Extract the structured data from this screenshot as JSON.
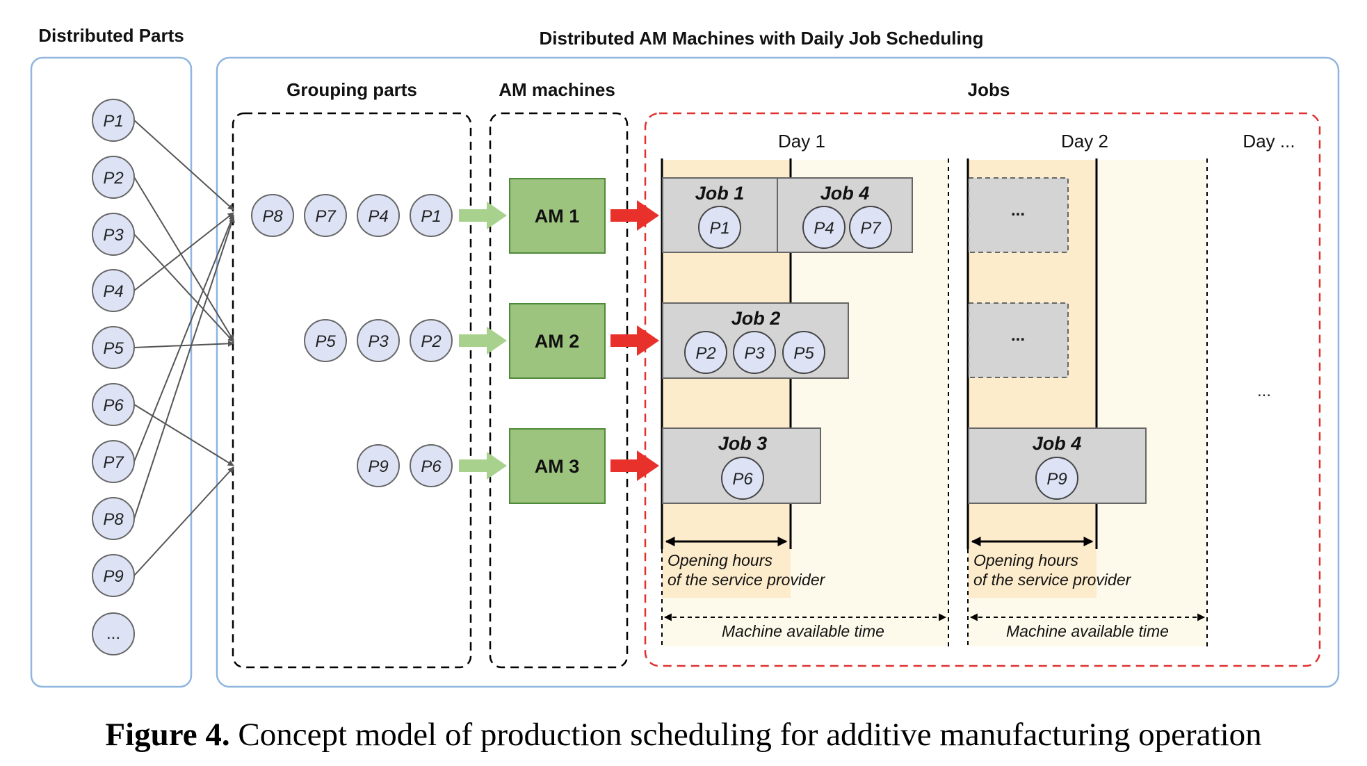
{
  "headers": {
    "distributed_parts": "Distributed Parts",
    "distributed_am": "Distributed AM Machines with Daily Job Scheduling",
    "grouping_parts": "Grouping parts",
    "am_machines": "AM machines",
    "jobs": "Jobs"
  },
  "days": {
    "day1": "Day 1",
    "day2": "Day 2",
    "day_more": "Day ..."
  },
  "parts": [
    "P1",
    "P2",
    "P3",
    "P4",
    "P5",
    "P6",
    "P7",
    "P8",
    "P9",
    "..."
  ],
  "groups": {
    "g1": [
      "P8",
      "P7",
      "P4",
      "P1"
    ],
    "g2": [
      "P5",
      "P3",
      "P2"
    ],
    "g3": [
      "P9",
      "P6"
    ]
  },
  "machines": [
    "AM 1",
    "AM 2",
    "AM 3"
  ],
  "jobs": {
    "job1": {
      "title": "Job 1",
      "parts": [
        "P1"
      ]
    },
    "job4a": {
      "title": "Job 4",
      "parts": [
        "P4",
        "P7"
      ]
    },
    "job2": {
      "title": "Job 2",
      "parts": [
        "P2",
        "P3",
        "P5"
      ]
    },
    "job3": {
      "title": "Job 3",
      "parts": [
        "P6"
      ]
    },
    "job4b": {
      "title": "Job 4",
      "parts": [
        "P9"
      ]
    }
  },
  "placeholders": {
    "ellipsis": "...",
    "side_ellipsis": "..."
  },
  "annotations": {
    "opening_hours_line1": "Opening hours",
    "opening_hours_line2": "of the service provider",
    "machine_available": "Machine available time"
  },
  "caption": {
    "label": "Figure 4.",
    "text": " Concept model of production scheduling for additive manufacturing operation"
  },
  "colors": {
    "part_fill": "#dde3f5",
    "machine_fill": "#9dc47f",
    "machine_stroke": "#4f8a3a",
    "job_fill": "#d4d4d4",
    "opening_band": "#fdeccb",
    "available_band": "#fefaeb",
    "outer_border": "#8fb5e0",
    "jobs_border": "#e03030",
    "red_arrow": "#e8312a",
    "green_arrow": "#a9d18e"
  }
}
